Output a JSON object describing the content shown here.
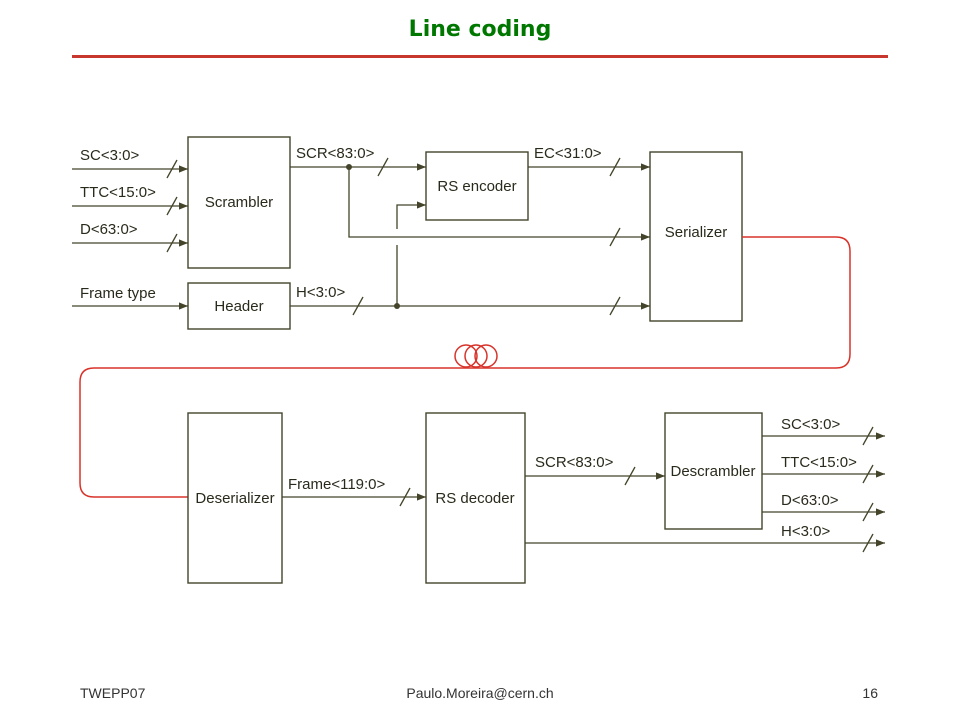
{
  "slide": {
    "title": "Line coding",
    "footer": {
      "left": "TWEPP07",
      "center": "Paulo.Moreira@cern.ch",
      "right": "16"
    }
  },
  "colors": {
    "title": "#007800",
    "rule": "#c8372d",
    "diagram_line": "#44442a",
    "diagram_text": "#2a2a1c",
    "fiber": "#d8332a",
    "footer_text": "#333333"
  },
  "diagram": {
    "transmitter": {
      "blocks": {
        "scrambler": "Scrambler",
        "header": "Header",
        "rs_encoder": "RS encoder",
        "serializer": "Serializer"
      },
      "inputs": {
        "sc": "SC<3:0>",
        "ttc": "TTC<15:0>",
        "d": "D<63:0>",
        "frame_type": "Frame type"
      },
      "signals": {
        "scr": "SCR<83:0>",
        "h": "H<3:0>",
        "ec": "EC<31:0>"
      }
    },
    "receiver": {
      "blocks": {
        "deserializer": "Deserializer",
        "rs_decoder": "RS decoder",
        "descrambler": "Descrambler"
      },
      "signals": {
        "frame": "Frame<119:0>",
        "scr": "SCR<83:0>"
      },
      "outputs": {
        "sc": "SC<3:0>",
        "ttc": "TTC<15:0>",
        "d": "D<63:0>",
        "h": "H<3:0>"
      }
    },
    "link": {
      "medium_icon": "optical-fiber-coil-icon"
    }
  }
}
